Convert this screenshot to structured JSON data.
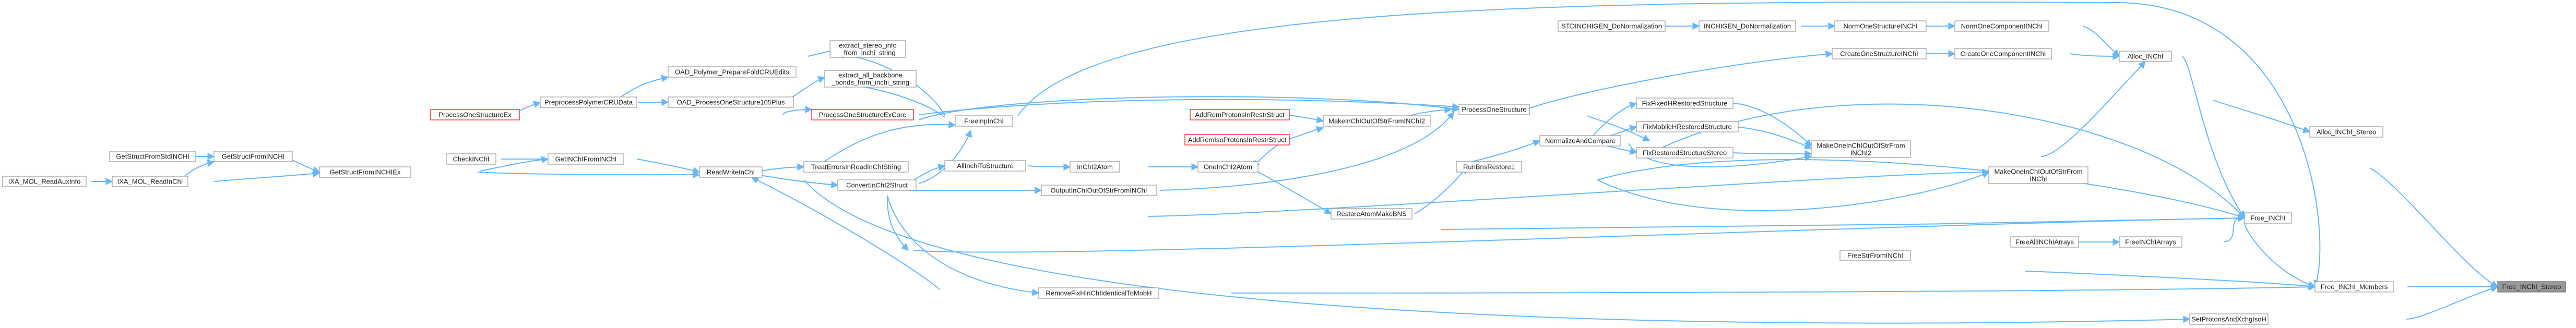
{
  "colors": {
    "node_fill": "#ffffff",
    "node_border": "#999999",
    "missing_border": "#ff0000",
    "root_fill": "#999999",
    "root_border": "#666666",
    "edge": "#63b8ff"
  },
  "nodes": {
    "free_inchi_stereo": {
      "label": "Free_INChI_Stereo"
    },
    "alloc_inchi_stereo": {
      "label": "Alloc_INChI_Stereo"
    },
    "free_inchi_members": {
      "label": "Free_INChI_Members"
    },
    "setprotonsandxchgisoh": {
      "label": "SetProtonsAndXchgIsoH"
    },
    "free_inchi": {
      "label": "Free_INChI"
    },
    "freeinchiarrays": {
      "label": "FreeINChIArrays"
    },
    "freeallinchiarrays": {
      "label": "FreeAllINChIArrays"
    },
    "alloc_inchi": {
      "label": "Alloc_INChI"
    },
    "normoneComponentinchi": {
      "label": "NormOneComponentINChI"
    },
    "createonecomponentinchi": {
      "label": "CreateOneComponentINChI"
    },
    "normonestructureinchi": {
      "label": "NormOneStructureINChI"
    },
    "createonestructureinchi": {
      "label": "CreateOneStructureINChI"
    },
    "inchigen_donormalization": {
      "label": "INCHIGEN_DoNormalization"
    },
    "stdinchigen_donormalization": {
      "label": "STDINCHIGEN_DoNormalization"
    },
    "processonestructure": {
      "label": "ProcessOneStructure"
    },
    "makeoneinchioutofstrfrominchi": {
      "label": "MakeOneInChIOutOfStrFrom\nINChI"
    },
    "makeoneinchioutofstrfrominchi2": {
      "label": "MakeOneInChIOutOfStrFrom\nINChI2"
    },
    "fixfixedhrestoredstructure": {
      "label": "FixFixedHRestoredStructure"
    },
    "fixmobilehrestoredstructure": {
      "label": "FixMobileHRestoredStructure"
    },
    "fixrestoredstructurestereo": {
      "label": "FixRestoredStructureStereo"
    },
    "normalizeandcompare": {
      "label": "NormalizeAndCompare"
    },
    "runbnsrestore1": {
      "label": "RunBnsRestore1"
    },
    "restoreatommakebns": {
      "label": "RestoreAtomMakeBNS"
    },
    "freestrfrominchi": {
      "label": "FreeStrFromINChI"
    },
    "removefixhinchiidenticaltomobh": {
      "label": "RemoveFixHInChIIdenticalToMobH"
    },
    "oneinchi2atom": {
      "label": "OneInChI2Atom"
    },
    "makeinchioutofstrfrominchi2": {
      "label": "MakeInChIOutOfStrFromINChI2"
    },
    "addremprotinrestrstruct": {
      "label": "AddRemProtonsInRestrStruct"
    },
    "addremisoprotinrestrstruct": {
      "label": "AddRemIsoProtonsInRestrStruct"
    },
    "outputinchioutofstrfrominchi": {
      "label": "OutputInChIOutOfStrFromINChI"
    },
    "inchi2atom": {
      "label": "InChI2Atom"
    },
    "allinchitostructure": {
      "label": "AllInchiToStructure"
    },
    "treaterrorsinreadinchistring": {
      "label": "TreatErrorsInReadInChIString"
    },
    "convertinchi2struct": {
      "label": "ConvertInChI2Struct"
    },
    "freeinpinchi": {
      "label": "FreeInpInChI"
    },
    "readwriteinchi": {
      "label": "ReadWriteInChI"
    },
    "extract_stereo_info": {
      "label": "extract_stereo_info\n_from_inchi_string"
    },
    "extract_all_backbone": {
      "label": "extract_all_backbone\n_bonds_from_inchi_string"
    },
    "processonestructureexcore": {
      "label": "ProcessOneStructureExCore"
    },
    "oad_polymer_preparefoldcrueits": {
      "label": "OAD_Polymer_PrepareFoldCRUEdits"
    },
    "oad_processonestructure105plus": {
      "label": "OAD_ProcessOneStructure105Plus"
    },
    "preprocesspolymercrudata": {
      "label": "PreprocessPolymerCRUData"
    },
    "processonestructureex": {
      "label": "ProcessOneStructureEx"
    },
    "checkinchi": {
      "label": "CheckINChI"
    },
    "getinchifrominchi": {
      "label": "GetINChIFromINChI"
    },
    "getstructfrominchiex": {
      "label": "GetStructFromINCHIEx"
    },
    "getstructfrominchi": {
      "label": "GetStructFromINCHI"
    },
    "getstructfromstdinchi": {
      "label": "GetStructFromStdINCHI"
    },
    "ixa_mol_readinchi": {
      "label": "IXA_MOL_ReadInChI"
    },
    "ixa_mol_readauxinfo": {
      "label": "IXA_MOL_ReadAuxInfo"
    }
  }
}
